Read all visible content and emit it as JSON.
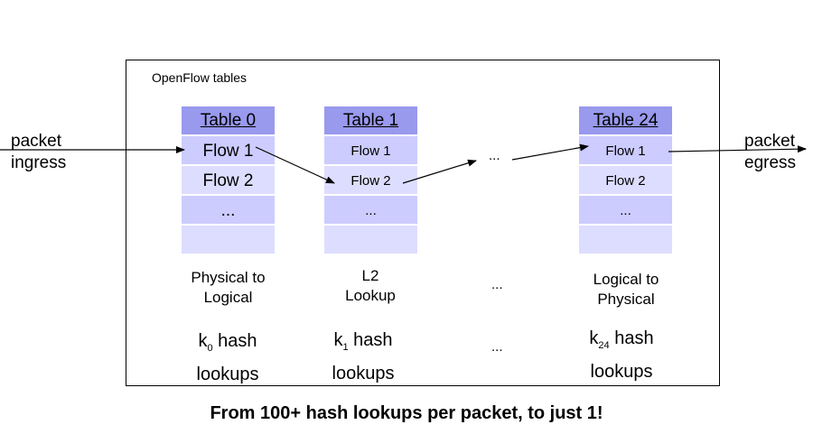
{
  "frame_title": "OpenFlow tables",
  "ingress": [
    "packet",
    "ingress"
  ],
  "egress": [
    "packet",
    "egress"
  ],
  "tables": [
    {
      "header": "Table 0",
      "rows": [
        "Flow 1",
        "Flow 2",
        "...",
        ""
      ]
    },
    {
      "header": "Table 1",
      "rows": [
        "Flow 1",
        "Flow 2",
        "...",
        ""
      ]
    },
    {
      "header": "Table 24",
      "rows": [
        "Flow 1",
        "Flow 2",
        "...",
        ""
      ]
    }
  ],
  "between_tables": "...",
  "descriptions": [
    [
      "Physical to",
      "Logical"
    ],
    [
      "L2",
      "Lookup"
    ],
    "...",
    [
      "Logical to",
      "Physical"
    ]
  ],
  "hash_lookups": [
    {
      "pre": "k",
      "sub": "0",
      "post": " hash",
      "line2": "lookups"
    },
    {
      "pre": "k",
      "sub": "1",
      "post": " hash",
      "line2": "lookups"
    },
    "...",
    {
      "pre": "k",
      "sub": "24",
      "post": " hash",
      "line2": "lookups"
    }
  ],
  "caption": "From 100+ hash lookups per packet, to just 1!"
}
